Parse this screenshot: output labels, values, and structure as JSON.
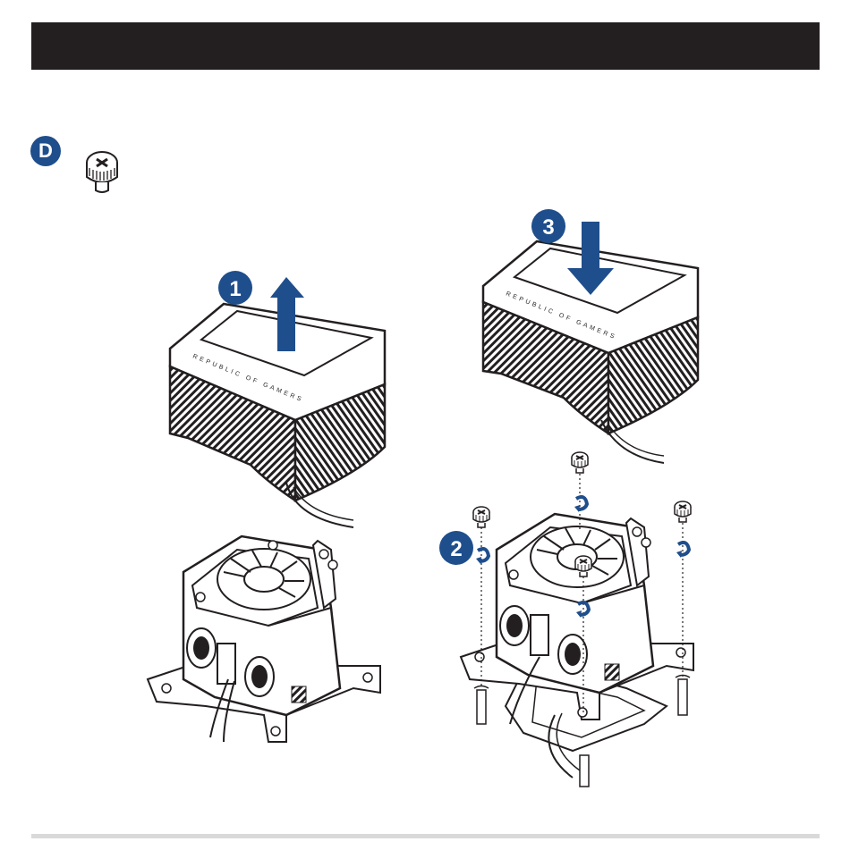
{
  "step": {
    "label": "D"
  },
  "numbers": {
    "one": "1",
    "two": "2",
    "three": "3"
  },
  "cooler_text": {
    "left": "REPUBLIC OF GAMERS",
    "right": "REPUBLIC OF GAMERS"
  },
  "colors": {
    "accent": "#1f4e8c",
    "bar": "#231f20",
    "line": "#231f20"
  },
  "icons": {
    "screw": "thumb-screw-icon",
    "lift": "arrow-up-icon",
    "lower": "arrow-down-icon",
    "rotate": "rotate-arrow-icon"
  }
}
